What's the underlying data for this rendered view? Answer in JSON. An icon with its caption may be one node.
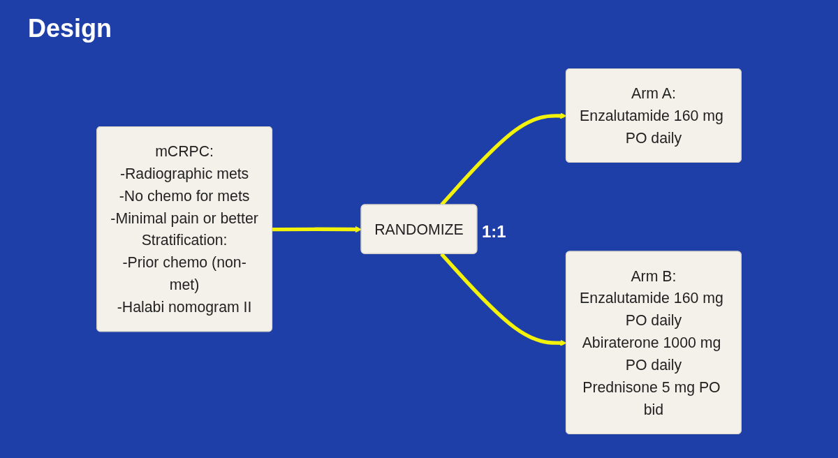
{
  "diagram": {
    "title": "Design",
    "nodes": [
      {
        "text": [
          "mCRPC:",
          "-Radiographic mets",
          "-No chemo for mets",
          "-Minimal pain or better",
          "Stratification:",
          "-Prior chemo (non-met)",
          "-Halabi nomogram II"
        ]
      },
      {
        "text": [
          "RANDOMIZE"
        ]
      },
      {
        "text": [
          "Arm A:",
          "Enzalutamide 160 mg PO daily"
        ]
      },
      {
        "text": [
          "Arm B:",
          "Enzalutamide 160 mg PO daily",
          "Abiraterone 1000 mg PO daily",
          "Prednisone 5 mg PO bid"
        ]
      }
    ],
    "edges": [
      {
        "from": 0,
        "to": 1,
        "arrow": "to"
      },
      {
        "from": 1,
        "to": 2,
        "arrow": "to"
      },
      {
        "from": 1,
        "to": 3,
        "arrow": "to"
      }
    ],
    "labels": [
      "1:1"
    ]
  }
}
